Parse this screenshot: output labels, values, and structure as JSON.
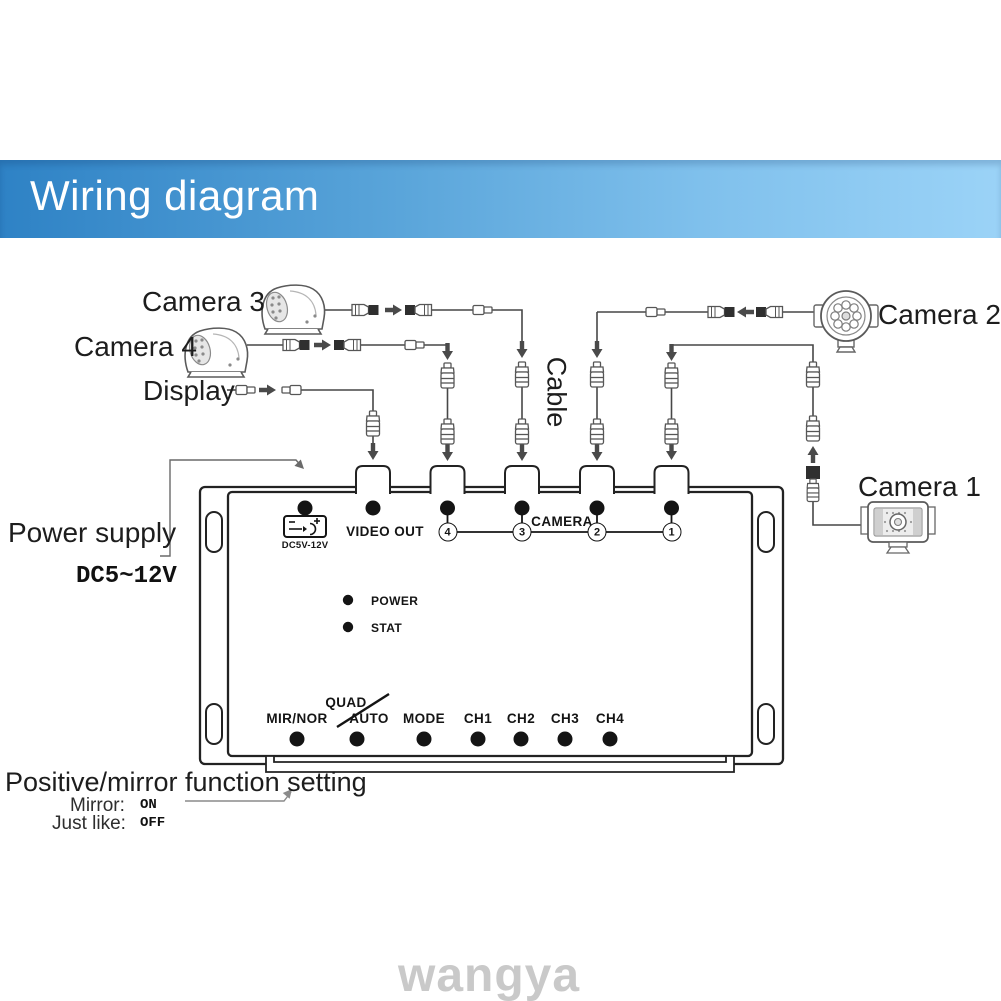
{
  "header": {
    "title": "Wiring diagram"
  },
  "diagram": {
    "camera3_label": "Camera 3",
    "camera4_label": "Camera 4",
    "display_label": "Display",
    "camera2_label": "Camera 2",
    "camera1_label": "Camera 1",
    "cable_label": "Cable",
    "power_supply_label": "Power supply",
    "power_voltage": "DC5~12V"
  },
  "device": {
    "power_port_label": "DC5V-12V",
    "video_out_label": "VIDEO OUT",
    "camera_group_label": "CAMERA",
    "camera_ports": [
      "4",
      "3",
      "2",
      "1"
    ],
    "leds": [
      {
        "label": "POWER"
      },
      {
        "label": "STAT"
      }
    ],
    "buttons": [
      {
        "label": "MIR/NOR"
      },
      {
        "label": "QUAD"
      },
      {
        "label": "AUTO"
      },
      {
        "label": "MODE"
      },
      {
        "label": "CH1"
      },
      {
        "label": "CH2"
      },
      {
        "label": "CH3"
      },
      {
        "label": "CH4"
      }
    ]
  },
  "footer": {
    "setting_title": "Positive/mirror function setting",
    "mirror_label": "Mirror:",
    "mirror_value": "ON",
    "justlike_label": "Just like:",
    "justlike_value": "OFF"
  },
  "watermark": "wangya",
  "colors": {
    "header_blue_left": "#2e82c5",
    "header_blue_right": "#9bd3f7",
    "line": "#474747",
    "watermark_gray": "#c9c9c9"
  }
}
